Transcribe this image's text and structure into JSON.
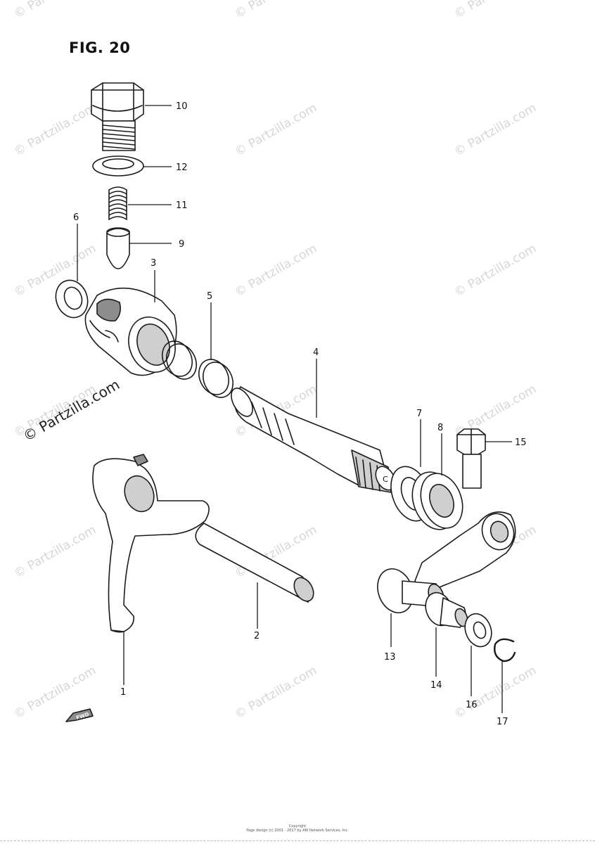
{
  "figure": {
    "title": "FIG. 20"
  },
  "watermark": {
    "text": "© Partzilla.com"
  },
  "callouts": [
    {
      "id": "10",
      "label": "10"
    },
    {
      "id": "12",
      "label": "12"
    },
    {
      "id": "11",
      "label": "11"
    },
    {
      "id": "9",
      "label": "9"
    },
    {
      "id": "6",
      "label": "6"
    },
    {
      "id": "3",
      "label": "3"
    },
    {
      "id": "5",
      "label": "5"
    },
    {
      "id": "4",
      "label": "4"
    },
    {
      "id": "7",
      "label": "7"
    },
    {
      "id": "8",
      "label": "8"
    },
    {
      "id": "15",
      "label": "15"
    },
    {
      "id": "2",
      "label": "2"
    },
    {
      "id": "1",
      "label": "1"
    },
    {
      "id": "13",
      "label": "13"
    },
    {
      "id": "14",
      "label": "14"
    },
    {
      "id": "16",
      "label": "16"
    },
    {
      "id": "17",
      "label": "17"
    }
  ],
  "fwd_arrow": {
    "label": "FWD"
  },
  "footer": {
    "line1": "Copyright",
    "line2": "Page design (c) 2001 - 2017 by ARI Network Services, Inc."
  }
}
